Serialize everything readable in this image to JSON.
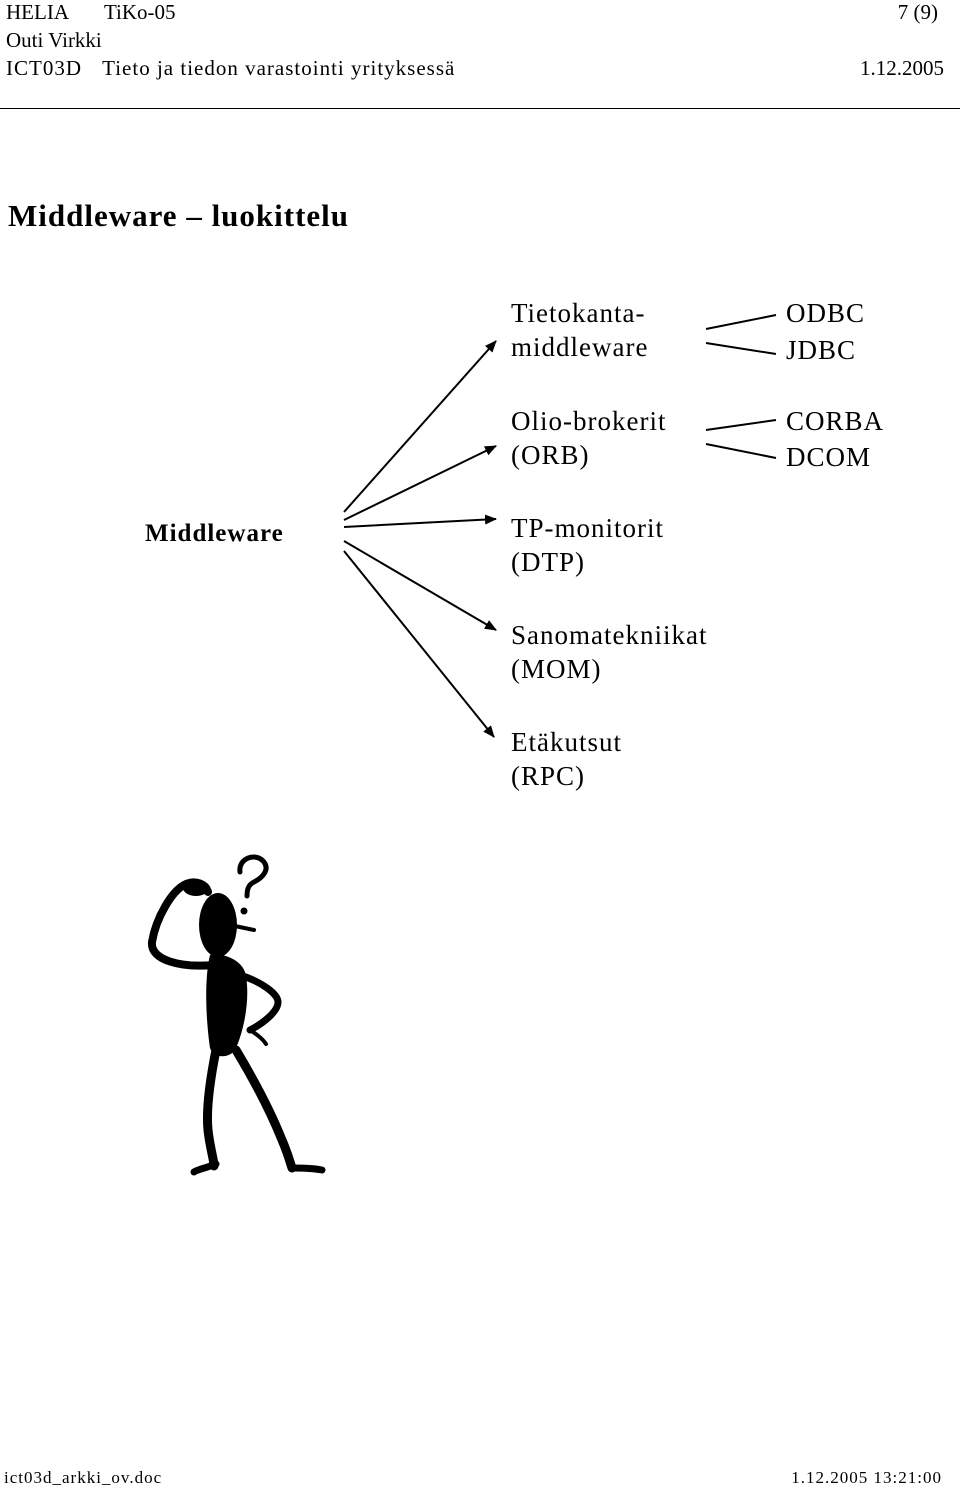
{
  "header": {
    "org": "HELIA",
    "course": "TiKo-05",
    "page": "7 (9)",
    "author": "Outi Virkki",
    "course_code": "ICT03D",
    "course_name": "Tieto ja tiedon varastointi yrityksessä",
    "date": "1.12.2005"
  },
  "heading": "Middleware – luokittelu",
  "diagram": {
    "root": "Middleware",
    "categories": [
      {
        "line1": "Tietokanta-",
        "line2": "middleware"
      },
      {
        "line1": "Olio-brokerit",
        "line2": "(ORB)"
      },
      {
        "line1": "TP-monitorit",
        "line2": "(DTP)"
      },
      {
        "line1": "Sanomatekniikat",
        "line2": "(MOM)"
      },
      {
        "line1": "Etäkutsut",
        "line2": "(RPC)"
      }
    ],
    "examples": [
      "ODBC",
      "JDBC",
      "CORBA",
      "DCOM"
    ]
  },
  "clipart": "confused-person-scratching-head",
  "footer": {
    "filename": "ict03d_arkki_ov.doc",
    "timestamp": "1.12.2005 13:21:00"
  }
}
